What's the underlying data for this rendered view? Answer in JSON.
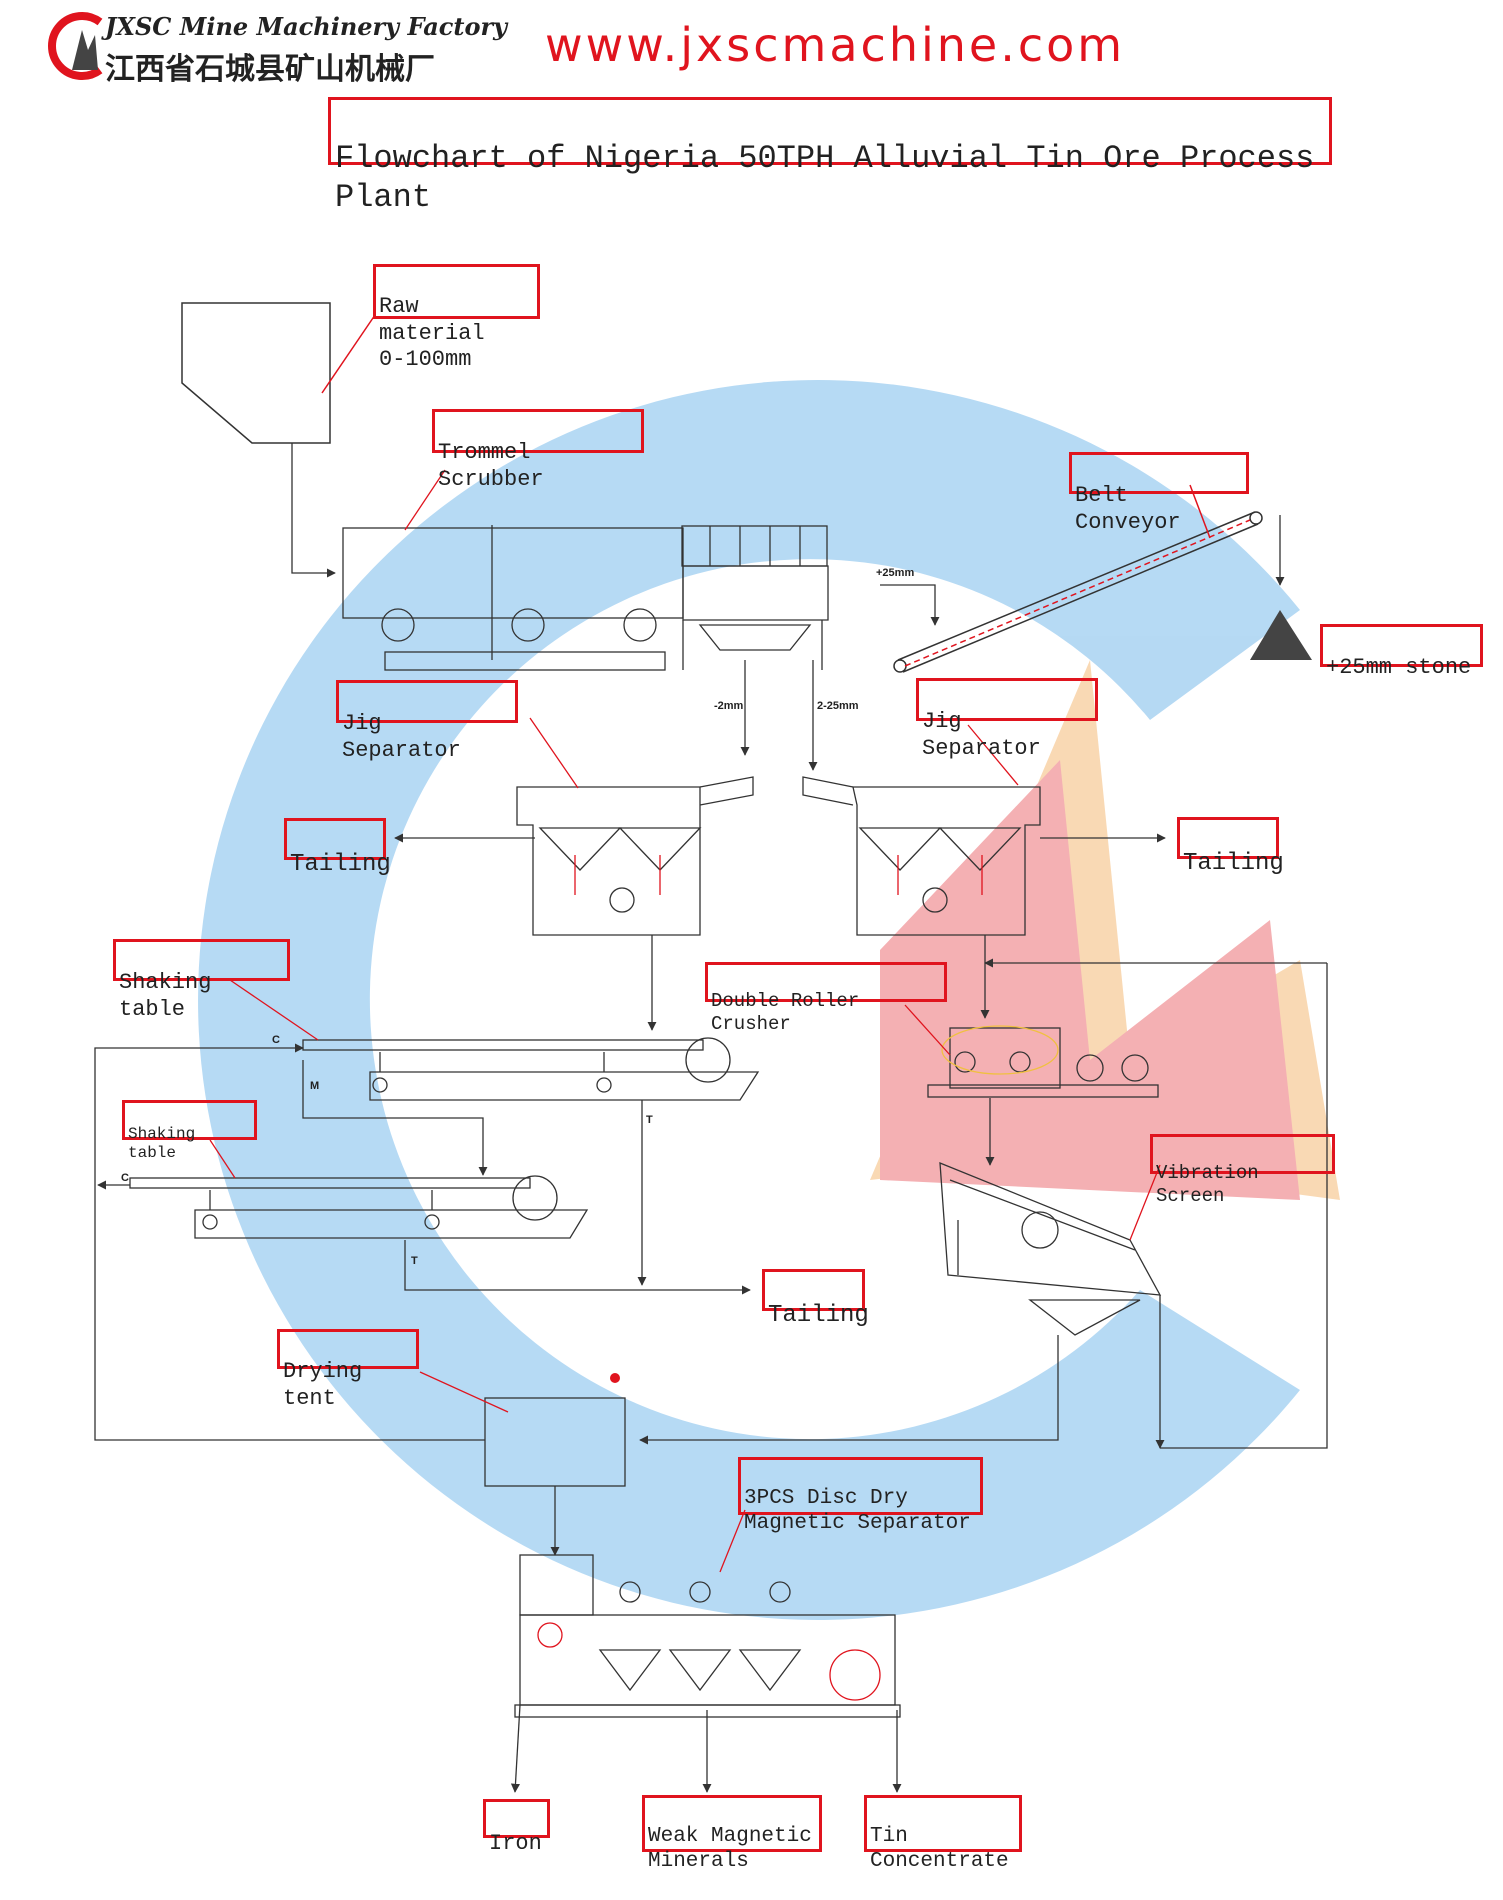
{
  "header": {
    "company_en": "JXSC Mine Machinery Factory",
    "company_cn": "江西省石城县矿山机械厂",
    "url": "www.jxscmachine.com",
    "title": "Flowchart of Nigeria 50TPH Alluvial Tin Ore Process Plant"
  },
  "labels": {
    "raw_material": "Raw material\n0-100mm",
    "trommel_scrubber": "Trommel Scrubber",
    "belt_conveyor": "Belt Conveyor",
    "stone": "+25mm stone",
    "jig_left": "Jig Separator",
    "jig_right": "Jig Separator",
    "tailing_left": "Tailing",
    "tailing_right": "Tailing",
    "shaking_table_1": "Shaking table",
    "shaking_table_2": "Shaking table",
    "double_roller_crusher": "Double Roller Crusher",
    "vibration_screen": "Vibration Screen",
    "tailing_bottom": "Tailing",
    "drying_tent": "Drying tent",
    "magnetic_separator": "3PCS Disc Dry\nMagnetic Separator",
    "iron": "Iron",
    "weak_magnetic": "Weak Magnetic\nMinerals",
    "tin_concentrate": "Tin\nConcentrate"
  },
  "annotations": {
    "plus25": "+25mm",
    "minus2": "-2mm",
    "two_25": "2-25mm",
    "c1": "C",
    "m1": "M",
    "t1": "T",
    "c2": "C",
    "t2": "T"
  },
  "colors": {
    "label_border": "#e0141e",
    "url": "#e0141e",
    "watermark_blue": "#a9d3f2",
    "watermark_red": "#f3a3a6",
    "watermark_orange": "#f9d3a8",
    "line": "#333333"
  }
}
